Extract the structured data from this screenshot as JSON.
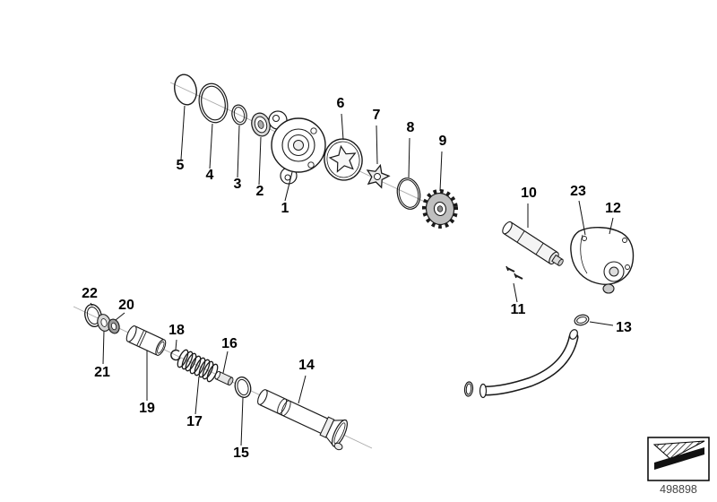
{
  "diagram": {
    "number": "498898",
    "callouts": [
      {
        "label": "1"
      },
      {
        "label": "2"
      },
      {
        "label": "3"
      },
      {
        "label": "4"
      },
      {
        "label": "5"
      },
      {
        "label": "6"
      },
      {
        "label": "7"
      },
      {
        "label": "8"
      },
      {
        "label": "9"
      },
      {
        "label": "10"
      },
      {
        "label": "11"
      },
      {
        "label": "12"
      },
      {
        "label": "13"
      },
      {
        "label": "14"
      },
      {
        "label": "15"
      },
      {
        "label": "16"
      },
      {
        "label": "17"
      },
      {
        "label": "18"
      },
      {
        "label": "19"
      },
      {
        "label": "20"
      },
      {
        "label": "21"
      },
      {
        "label": "22"
      },
      {
        "label": "23"
      }
    ],
    "corner_mark": {
      "icon": "hatched-wedge-symbol"
    },
    "colors": {
      "line": "#1a1a1a",
      "background": "#ffffff",
      "shade": "#c8c8c8"
    }
  }
}
